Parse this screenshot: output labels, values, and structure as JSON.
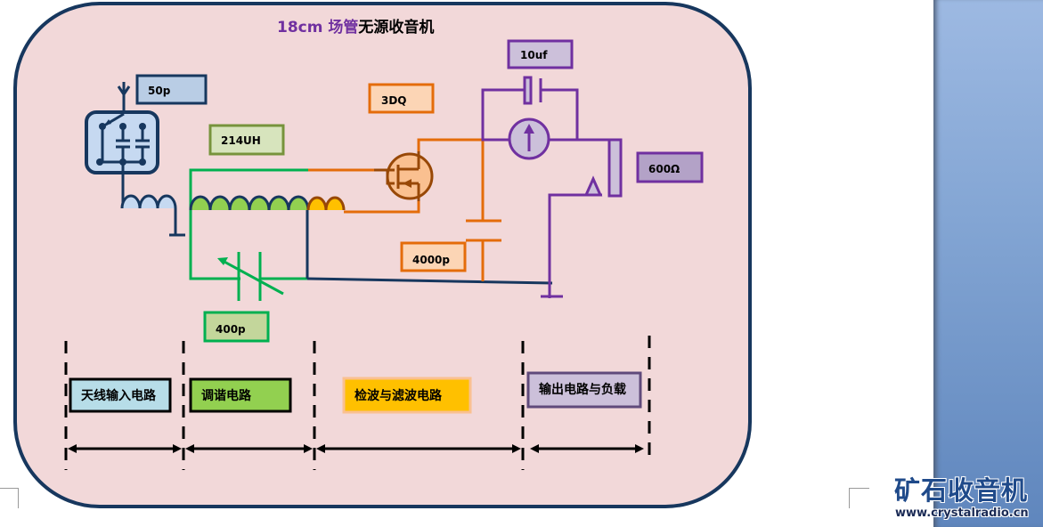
{
  "title": {
    "part1": "18cm 场管",
    "part2": "无源收音机",
    "part1_color": "#7030a0",
    "part2_color": "#000000"
  },
  "components": {
    "antenna_cap": {
      "label": "50p"
    },
    "coil": {
      "label": "214UH"
    },
    "transistor": {
      "label": "3DQ"
    },
    "electrolytic_cap": {
      "label": "10uf"
    },
    "load": {
      "label": "600Ω"
    },
    "filter_cap": {
      "label": "4000p"
    },
    "tuning_cap": {
      "label": "400p"
    }
  },
  "sections": [
    {
      "label": "天线输入电路",
      "color": "#b7dde8"
    },
    {
      "label": "调谐电路",
      "color": "#92d050"
    },
    {
      "label": "检波与滤波电路",
      "color": "#ffc000"
    },
    {
      "label": "输出电路与负载",
      "color": "#ccc0da"
    }
  ],
  "colors": {
    "background_panel": "#f2d8d9",
    "border": "#17375e",
    "antenna": "#17375e",
    "tuning": "#00b050",
    "detection": "#e46c0a",
    "output": "#7030a0"
  },
  "watermark": {
    "name": "矿石收音机",
    "url": "www.crystalradio.cn"
  }
}
